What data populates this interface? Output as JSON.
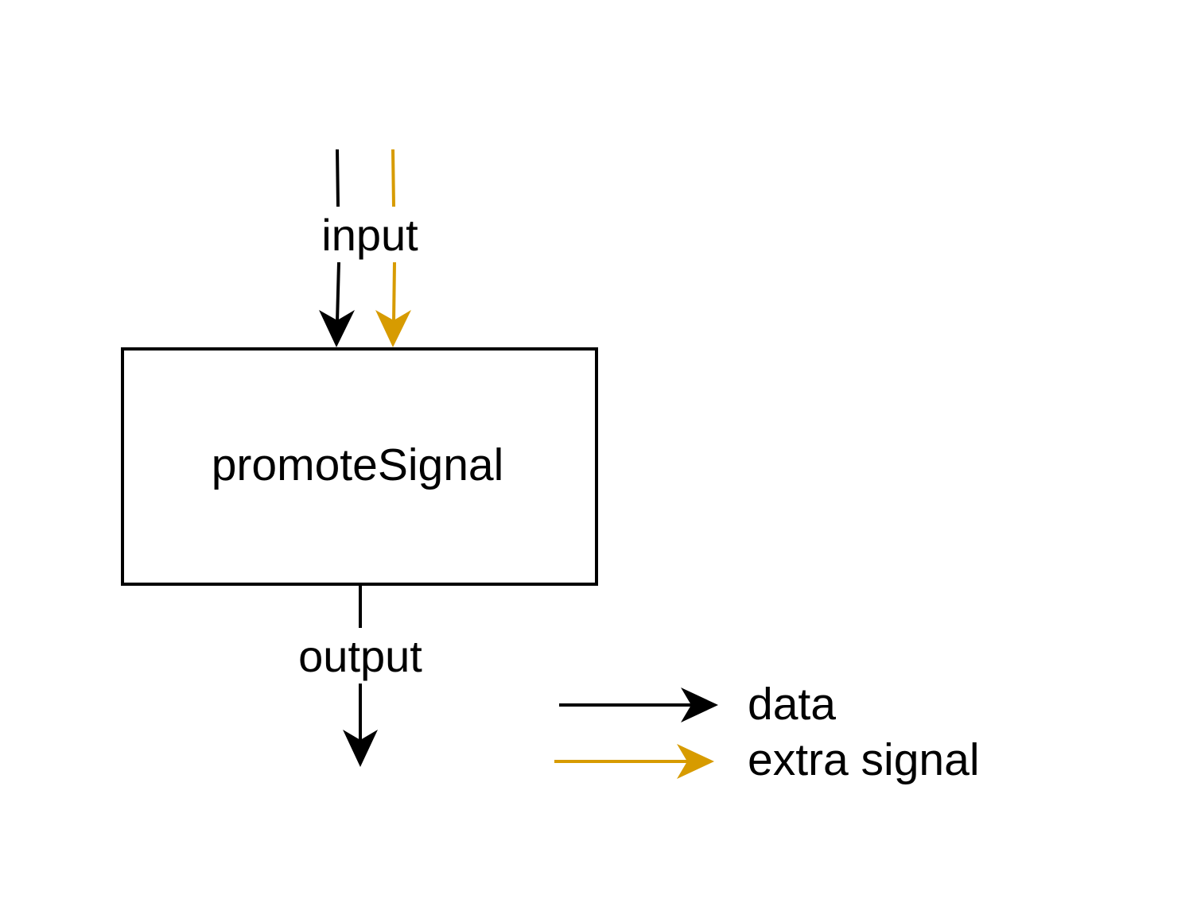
{
  "block": {
    "name": "promoteSignal"
  },
  "connections": {
    "input_label": "input",
    "output_label": "output"
  },
  "legend": {
    "items": [
      {
        "label": "data",
        "color": "#000000"
      },
      {
        "label": "extra signal",
        "color": "#D79B00"
      }
    ]
  },
  "colors": {
    "data": "#000000",
    "extra_signal": "#D79B00",
    "box_border": "#000000",
    "background": "#FFFFFF"
  }
}
